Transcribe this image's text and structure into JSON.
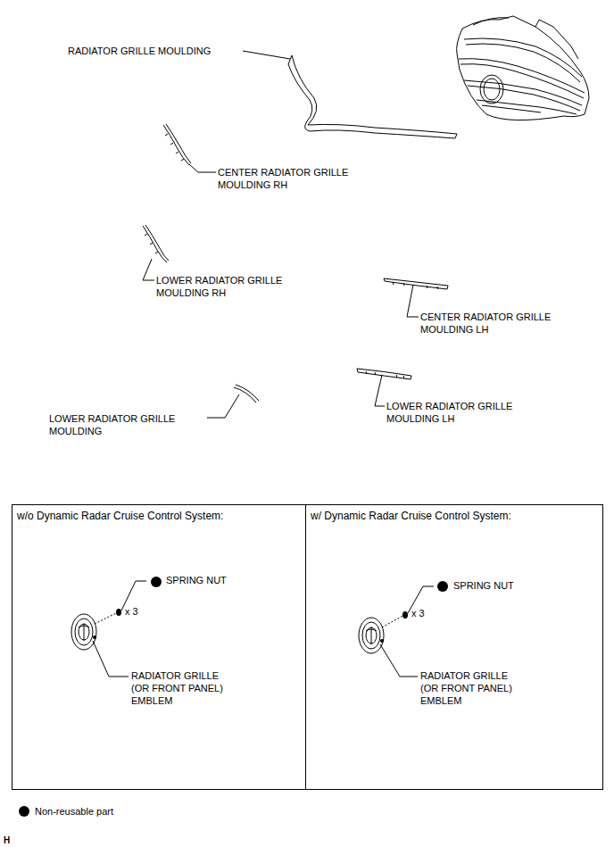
{
  "diagram": {
    "nodes": [
      {
        "text": [
          "w/o Dynamic Radar Cruise Control System:"
        ]
      },
      {
        "text": [
          "w/ Dynamic Radar Cruise Control System:"
        ]
      }
    ],
    "labels": [
      "RADIATOR GRILLE MOULDING",
      "CENTER RADIATOR GRILLE MOULDING RH",
      "LOWER RADIATOR GRILLE MOULDING RH",
      "CENTER RADIATOR GRILLE MOULDING LH",
      "LOWER RADIATOR GRILLE MOULDING",
      "LOWER RADIATOR GRILLE MOULDING LH",
      "SPRING NUT",
      "x 3",
      "RADIATOR GRILLE (OR FRONT PANEL) EMBLEM",
      "SPRING NUT",
      "x 3",
      "RADIATOR GRILLE (OR FRONT PANEL) EMBLEM",
      "H"
    ],
    "legend": [
      {
        "text": "Non-reusable part"
      }
    ]
  }
}
